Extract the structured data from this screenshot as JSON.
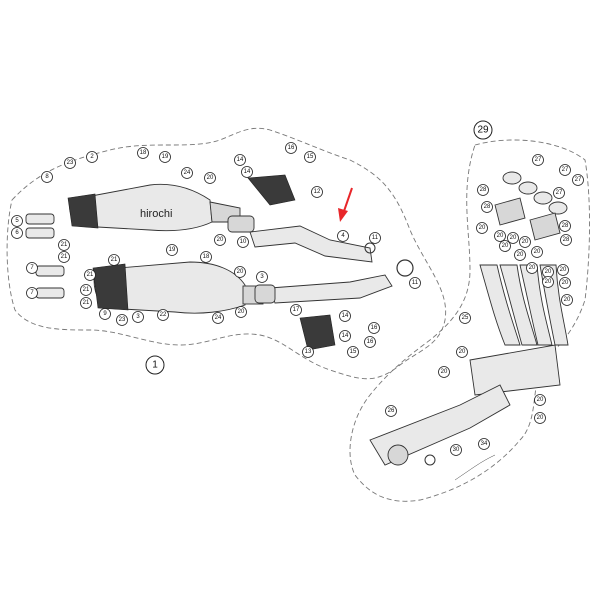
{
  "watermark": "hirochi",
  "assembly_callouts": [
    {
      "id": "main-assembly",
      "label": "1"
    },
    {
      "id": "header-assembly",
      "label": "29"
    }
  ],
  "part_callouts": [
    {
      "id": "p8a",
      "label": "8"
    },
    {
      "id": "p23a",
      "label": "23"
    },
    {
      "id": "p2",
      "label": "2"
    },
    {
      "id": "p18a",
      "label": "18"
    },
    {
      "id": "p19a",
      "label": "19"
    },
    {
      "id": "p24a",
      "label": "24"
    },
    {
      "id": "p20a",
      "label": "20"
    },
    {
      "id": "p5a",
      "label": "5"
    },
    {
      "id": "p6a",
      "label": "6"
    },
    {
      "id": "p21a",
      "label": "21"
    },
    {
      "id": "p21b",
      "label": "21"
    },
    {
      "id": "p20b",
      "label": "20"
    },
    {
      "id": "p10",
      "label": "10"
    },
    {
      "id": "p14a",
      "label": "14"
    },
    {
      "id": "p14b",
      "label": "14"
    },
    {
      "id": "p16a",
      "label": "16"
    },
    {
      "id": "p15a",
      "label": "15"
    },
    {
      "id": "p12",
      "label": "12"
    },
    {
      "id": "p4",
      "label": "4"
    },
    {
      "id": "p11a",
      "label": "11"
    },
    {
      "id": "p11b",
      "label": "11"
    },
    {
      "id": "p19b",
      "label": "19"
    },
    {
      "id": "p18b",
      "label": "18"
    },
    {
      "id": "p21c",
      "label": "21"
    },
    {
      "id": "p21d",
      "label": "21"
    },
    {
      "id": "p7a",
      "label": "7"
    },
    {
      "id": "p7b",
      "label": "7"
    },
    {
      "id": "p21e",
      "label": "21"
    },
    {
      "id": "p21f",
      "label": "21"
    },
    {
      "id": "p9",
      "label": "9"
    },
    {
      "id": "p23b",
      "label": "23"
    },
    {
      "id": "p3",
      "label": "3"
    },
    {
      "id": "p22",
      "label": "22"
    },
    {
      "id": "p24b",
      "label": "24"
    },
    {
      "id": "p20c",
      "label": "20"
    },
    {
      "id": "p20d",
      "label": "20"
    },
    {
      "id": "p3b",
      "label": "3"
    },
    {
      "id": "p17",
      "label": "17"
    },
    {
      "id": "p14c",
      "label": "14"
    },
    {
      "id": "p16b",
      "label": "16"
    },
    {
      "id": "p14d",
      "label": "14"
    },
    {
      "id": "p13",
      "label": "13"
    },
    {
      "id": "p15b",
      "label": "15"
    },
    {
      "id": "p16c",
      "label": "16"
    },
    {
      "id": "p27a",
      "label": "27"
    },
    {
      "id": "p27b",
      "label": "27"
    },
    {
      "id": "p27c",
      "label": "27"
    },
    {
      "id": "p27d",
      "label": "27"
    },
    {
      "id": "p28a",
      "label": "28"
    },
    {
      "id": "p28b",
      "label": "28"
    },
    {
      "id": "p28c",
      "label": "28"
    },
    {
      "id": "p28d",
      "label": "28"
    },
    {
      "id": "p20e",
      "label": "20"
    },
    {
      "id": "p20f",
      "label": "20"
    },
    {
      "id": "p20g",
      "label": "20"
    },
    {
      "id": "p20h",
      "label": "20"
    },
    {
      "id": "p20i",
      "label": "20"
    },
    {
      "id": "p20j",
      "label": "20"
    },
    {
      "id": "p20k",
      "label": "20"
    },
    {
      "id": "p20l",
      "label": "20"
    },
    {
      "id": "p20m",
      "label": "20"
    },
    {
      "id": "p20n",
      "label": "20"
    },
    {
      "id": "p20o",
      "label": "20"
    },
    {
      "id": "p20p",
      "label": "20"
    },
    {
      "id": "p20q",
      "label": "20"
    },
    {
      "id": "p25",
      "label": "25"
    },
    {
      "id": "p20r",
      "label": "20"
    },
    {
      "id": "p20s",
      "label": "20"
    },
    {
      "id": "p20t",
      "label": "20"
    },
    {
      "id": "p20u",
      "label": "20"
    },
    {
      "id": "p26",
      "label": "26"
    },
    {
      "id": "p30",
      "label": "30"
    },
    {
      "id": "p34",
      "label": "34"
    }
  ],
  "colors": {
    "highlight_arrow": "#e8262a",
    "outline": "#333333",
    "boundary": "#777777"
  }
}
